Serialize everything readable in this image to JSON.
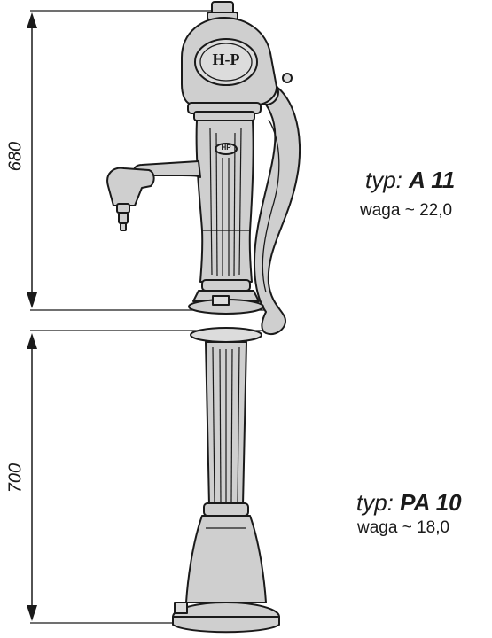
{
  "dimensions": {
    "upper": "680",
    "lower": "700"
  },
  "pump": {
    "type_prefix": "typ:",
    "type_code": "A 11",
    "weight": "waga ~ 22,0",
    "logo_text": "H-P",
    "small_logo_text": "HP"
  },
  "stand": {
    "type_prefix": "typ:",
    "type_code": "PA 10",
    "weight": "waga ~ 18,0"
  },
  "colors": {
    "fill": "#cfcfcf",
    "fill_light": "#dcdcdc",
    "stroke": "#1a1a1a"
  }
}
